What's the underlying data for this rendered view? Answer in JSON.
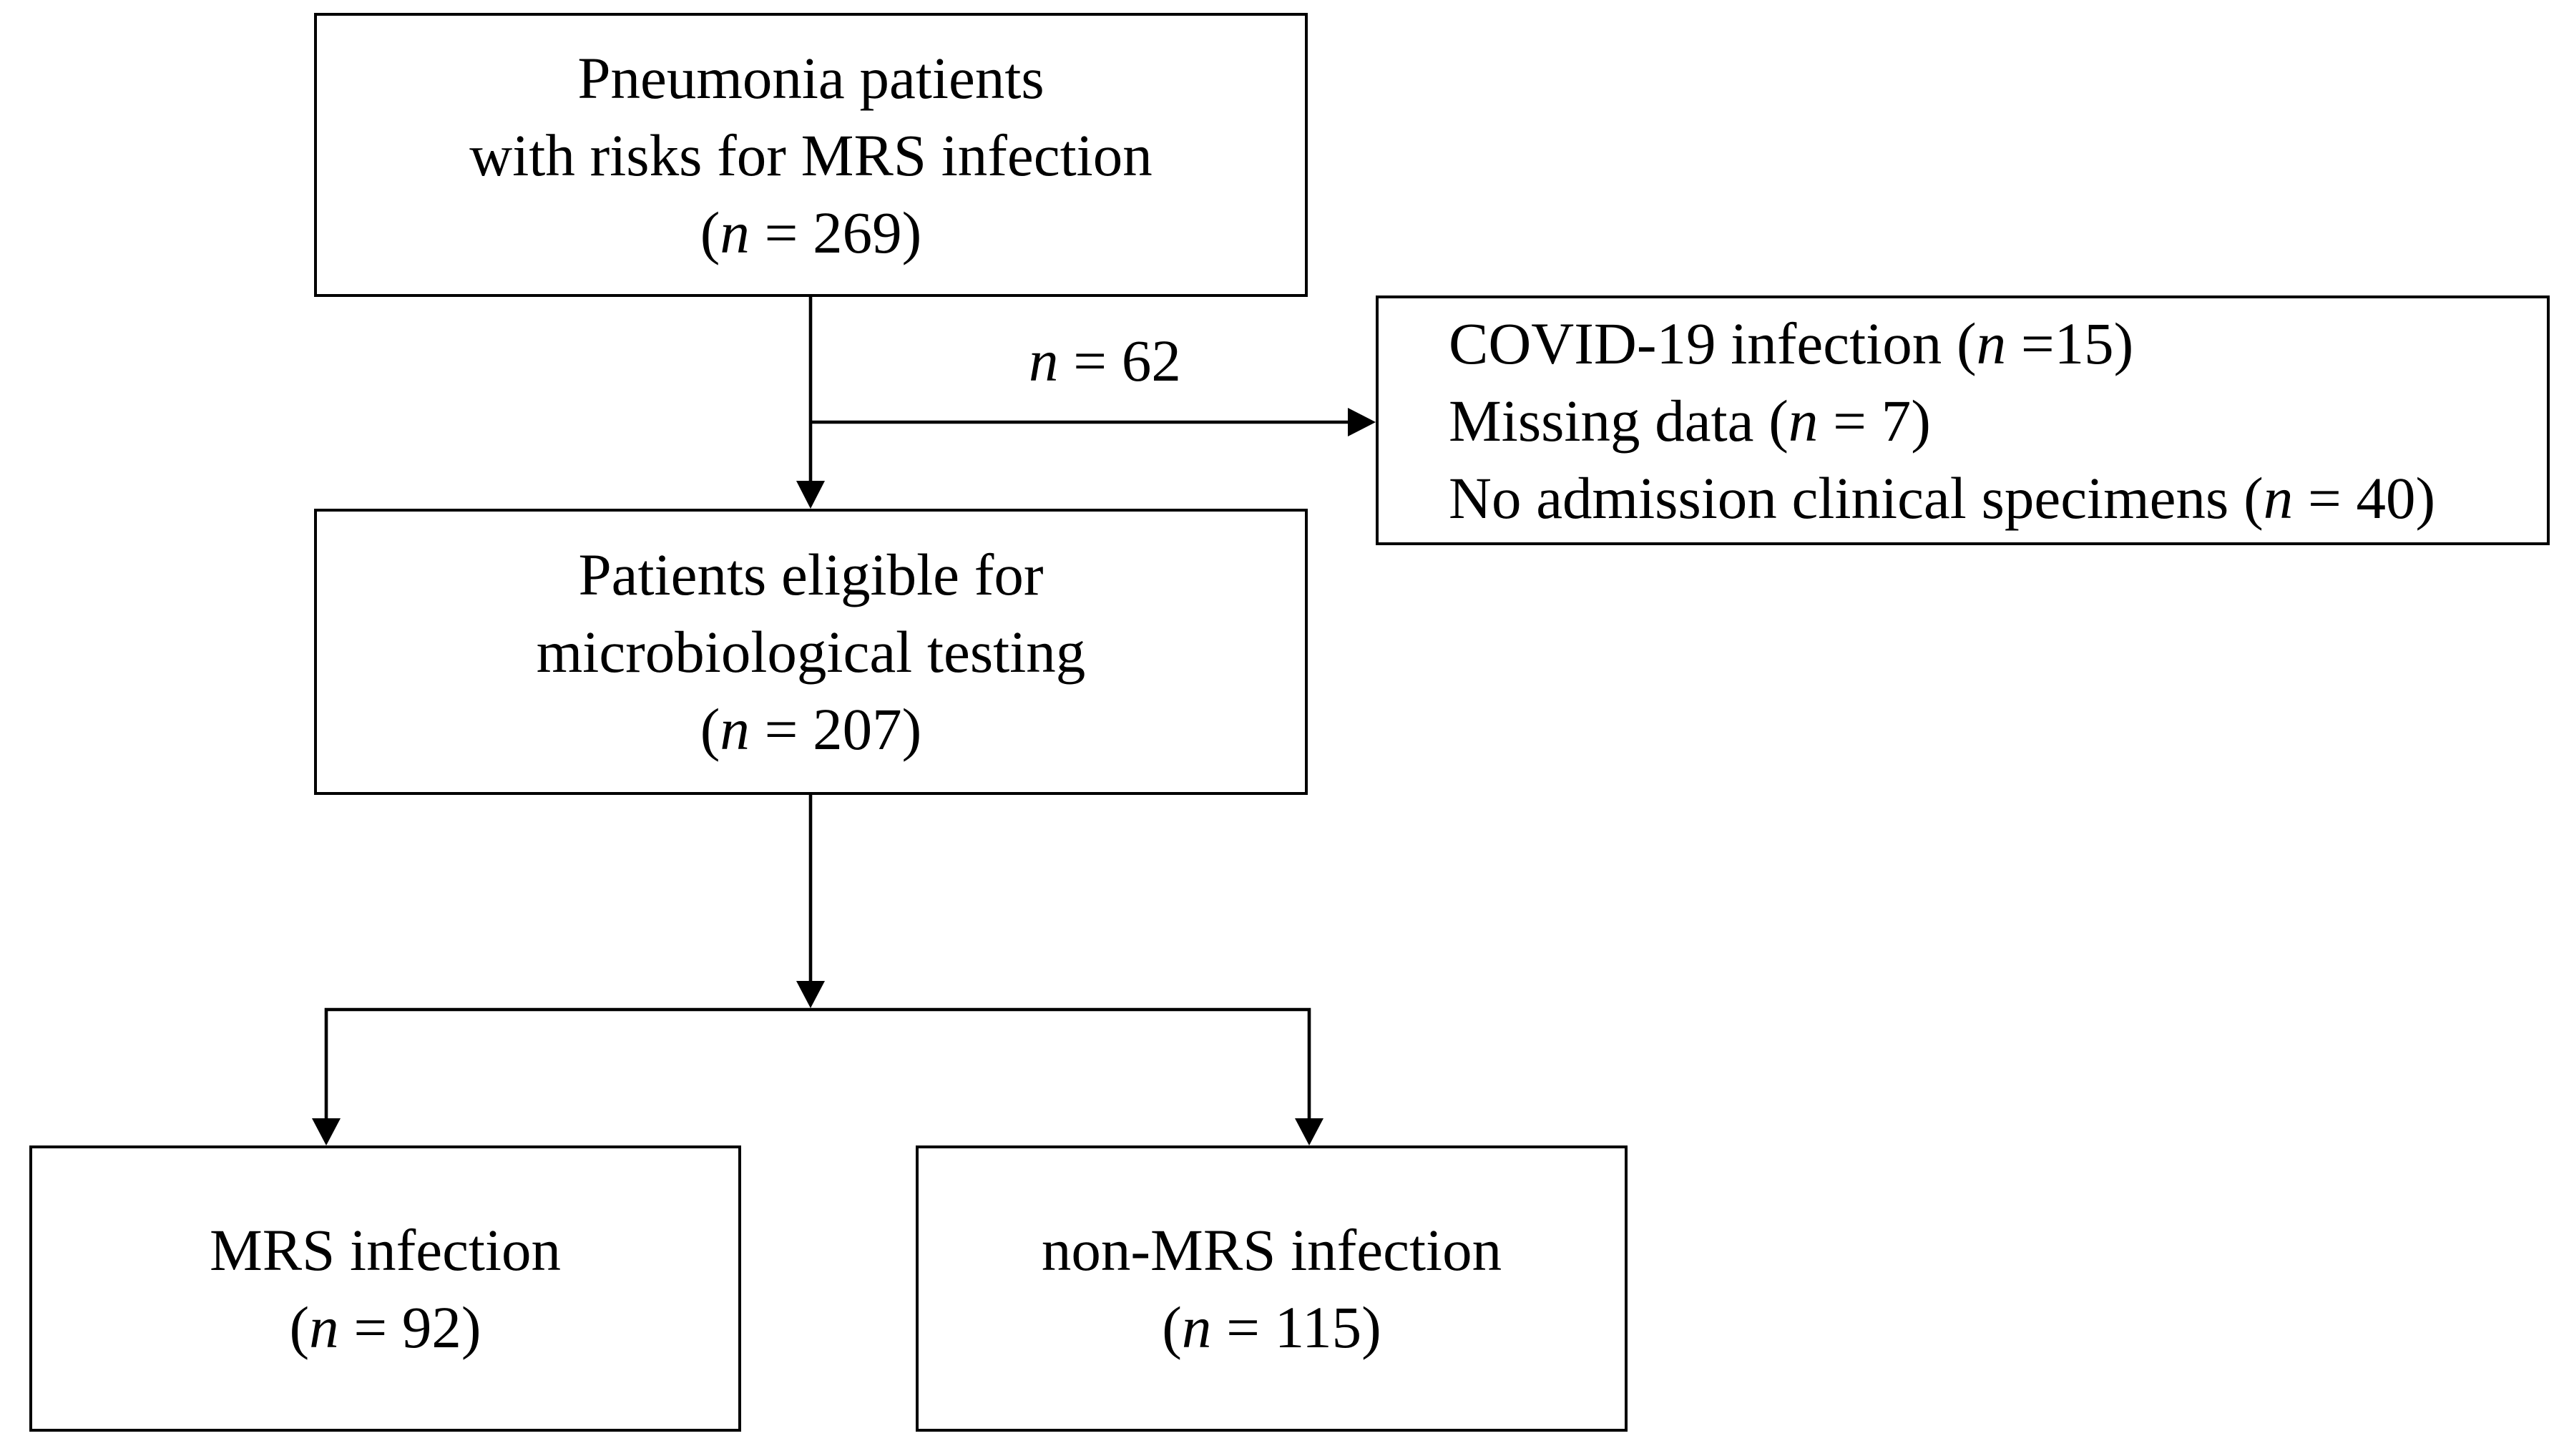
{
  "boxes": {
    "top": {
      "line1": "Pneumonia patients",
      "line2": "with risks for MRS infection",
      "n_value": "269"
    },
    "excluded": {
      "item1_label": "COVID-19 infection",
      "item1_n": "=15",
      "item2_label": "Missing data",
      "item2_n": "= 7",
      "item3_label": "No admission clinical specimens",
      "item3_n": "= 40"
    },
    "eligible": {
      "line1": "Patients eligible for",
      "line2": "microbiological testing",
      "n_value": "207"
    },
    "mrs": {
      "line1": "MRS infection",
      "n_value": "92"
    },
    "non_mrs": {
      "line1": "non-MRS infection",
      "n_value": "115"
    }
  },
  "exclusion_label": {
    "n_value": "62"
  },
  "n_symbol": "n"
}
